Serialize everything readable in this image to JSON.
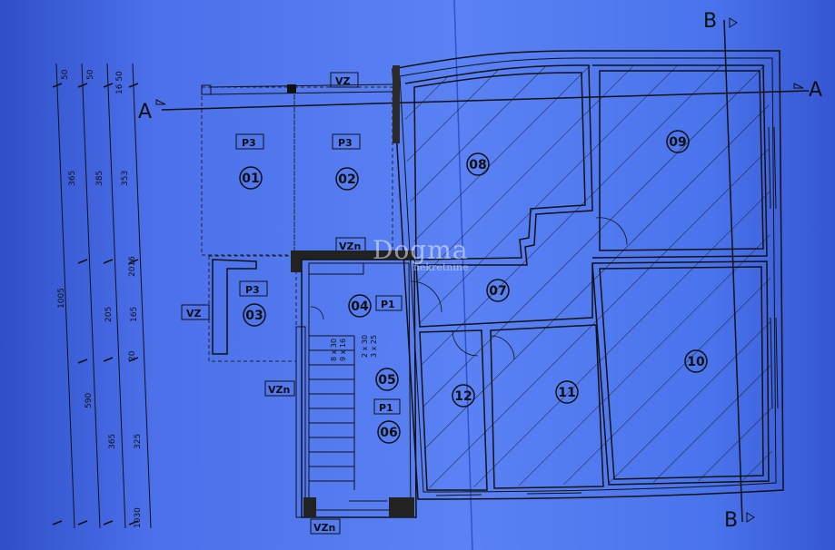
{
  "section_markers": {
    "a_left": "A",
    "a_right": "A",
    "b_top": "B",
    "b_bottom": "B"
  },
  "rooms": {
    "r01": "01",
    "r02": "02",
    "r03": "03",
    "r04": "04",
    "r05": "05",
    "r06": "06",
    "r07": "07",
    "r08": "08",
    "r09": "09",
    "r10": "10",
    "r11": "11",
    "r12": "12"
  },
  "tags": {
    "p3": "P3",
    "p1": "P1",
    "vz": "VZ",
    "vzn": "VZn"
  },
  "stairs": {
    "flight1": "8 x 30",
    "flight2": "9 x 16",
    "flight3": "2 x 30",
    "flight4": "3 x 25"
  },
  "dimensions": {
    "col1": [
      "50",
      "365",
      "590",
      "1005"
    ],
    "col2": [
      "50",
      "385",
      "205",
      "20",
      "365",
      "1030"
    ],
    "col3": [
      "16 50",
      "353",
      "2016",
      "165",
      "325"
    ]
  },
  "watermark": {
    "brand": "Dogma",
    "sub": "nekretnine"
  }
}
